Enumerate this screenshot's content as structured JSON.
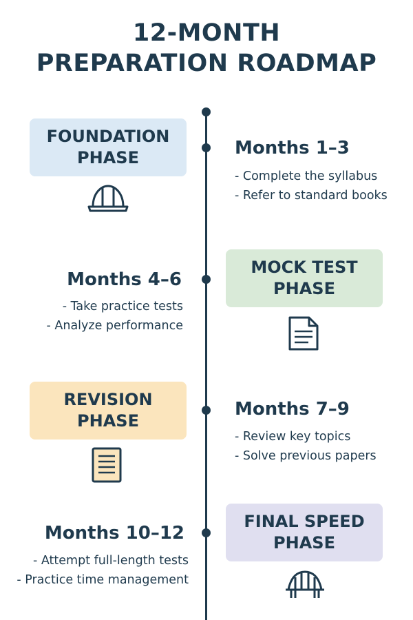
{
  "title": {
    "line1": "12-MONTH",
    "line2": "PREPARATION ROADMAP"
  },
  "phases": [
    {
      "name_line1": "FOUNDATION",
      "name_line2": "PHASE",
      "months": "Months 1–3",
      "bullets": [
        "- Complete the syllabus",
        "- Refer to standard books"
      ],
      "box_color": "#dbe9f5",
      "icon": "hard-hat-icon"
    },
    {
      "name_line1": "MOCK TEST",
      "name_line2": "PHASE",
      "months": "Months 4–6",
      "bullets": [
        "- Take practice tests",
        "- Analyze performance"
      ],
      "box_color": "#d9ead8",
      "icon": "document-icon"
    },
    {
      "name_line1": "REVISION",
      "name_line2": "PHASE",
      "months": "Months 7–9",
      "bullets": [
        "- Review key topics",
        "- Solve previous papers"
      ],
      "box_color": "#fbe5bd",
      "icon": "notes-icon"
    },
    {
      "name_line1": "FINAL SPEED",
      "name_line2": "PHASE",
      "months": "Months 10–12",
      "bullets": [
        "- Attempt full-length tests",
        "- Practice time management"
      ],
      "box_color": "#e0dff0",
      "icon": "bridge-icon"
    }
  ],
  "colors": {
    "primary": "#1f3a4d",
    "icon_fill_yellow": "#fbe5bd"
  }
}
